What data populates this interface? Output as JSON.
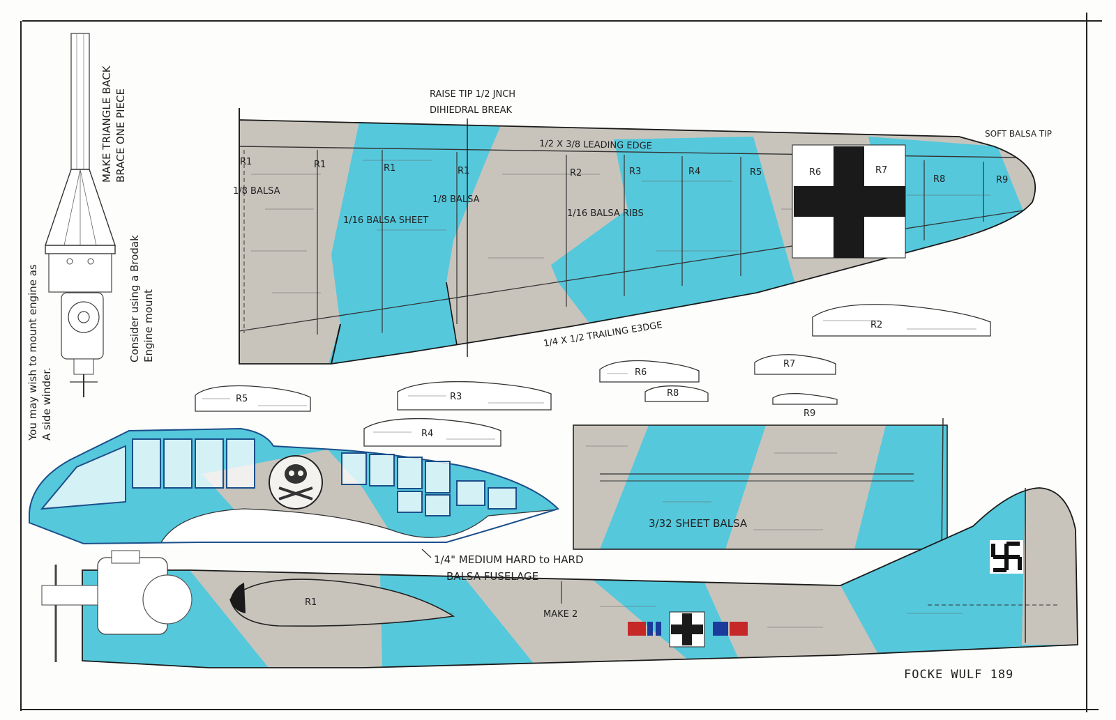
{
  "colors": {
    "blue": "#55c8dc",
    "gray": "#c8c4bc",
    "ink": "#1a1a1a",
    "paper": "#fdfdfb"
  },
  "plan_title": "FOCKE WULF 189",
  "engine_notes": {
    "triangle_brace": [
      "MAKE TRIANGLE BACK",
      "BRACE ONE PIECE"
    ],
    "brodak": [
      "Consider using a Brodak",
      "Engine mount"
    ],
    "side_winder": [
      "You may wish to mount engine as",
      "A side winder."
    ]
  },
  "wing": {
    "dihedral": [
      "RAISE TIP 1/2 JNCH",
      "DIHIEDRAL BREAK"
    ],
    "soft_tip": "SOFT BALSA TIP",
    "leading_edge": "1/2 X 3/8 LEADING EDGE",
    "trailing_edge": "1/4 X 1/2 TRAILING E3DGE",
    "balsa_18_a": "1/8 BALSA",
    "balsa_18_b": "1/8 BALSA",
    "sheet_116": "1/16 BALSA SHEET",
    "ribs_116": "1/16 BALSA RIBS",
    "rib_labels": [
      "R1",
      "R1",
      "R1",
      "R1",
      "R2",
      "R3",
      "R4",
      "R5",
      "R6",
      "R7",
      "R8",
      "R9"
    ]
  },
  "ribs": {
    "r2": "R2",
    "r3": "R3",
    "r4": "R4",
    "r5": "R5",
    "r6": "R6",
    "r7": "R7",
    "r8": "R8",
    "r9": "R9"
  },
  "stab": {
    "label": "3/32 SHEET BALSA"
  },
  "fuselage": {
    "note": [
      "1/4\" MEDIUM HARD to HARD",
      "BALSA FUSELAGE"
    ],
    "make2": "MAKE 2",
    "r1": "R1"
  }
}
